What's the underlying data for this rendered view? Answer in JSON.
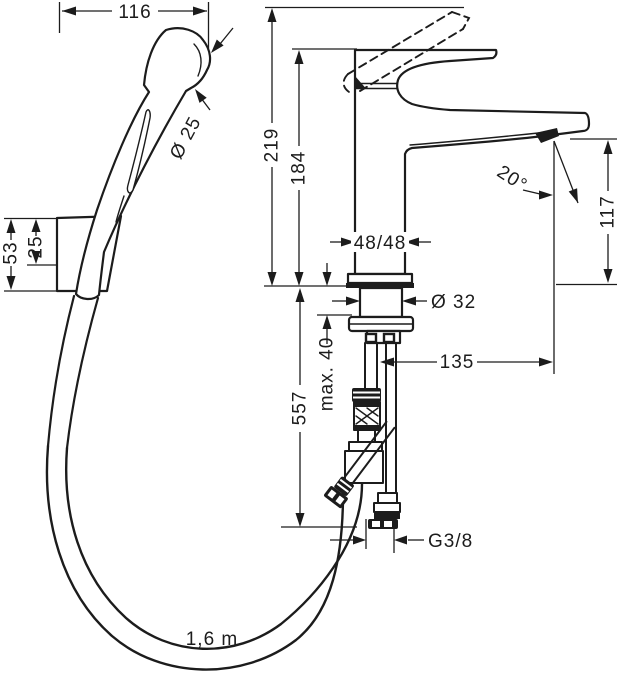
{
  "drawing": {
    "type": "technical-dimension-drawing",
    "subject": "single-lever basin mixer with hand shower set",
    "colors": {
      "line": "#1c1c1c",
      "background": "#ffffff"
    },
    "labels": {
      "width_116": "116",
      "head_dia_25": "Ø 25",
      "holder_53": "53",
      "holder_25": "25",
      "height_219": "219",
      "height_184": "184",
      "base_48_48": "48/48",
      "angle_20": "20°",
      "spout_117": "117",
      "hole_dia_32": "Ø 32",
      "reach_135": "135",
      "max_40": "max. 40",
      "drop_557": "557",
      "thread_g38": "G3/8",
      "hose_len": "1,6 m"
    }
  }
}
